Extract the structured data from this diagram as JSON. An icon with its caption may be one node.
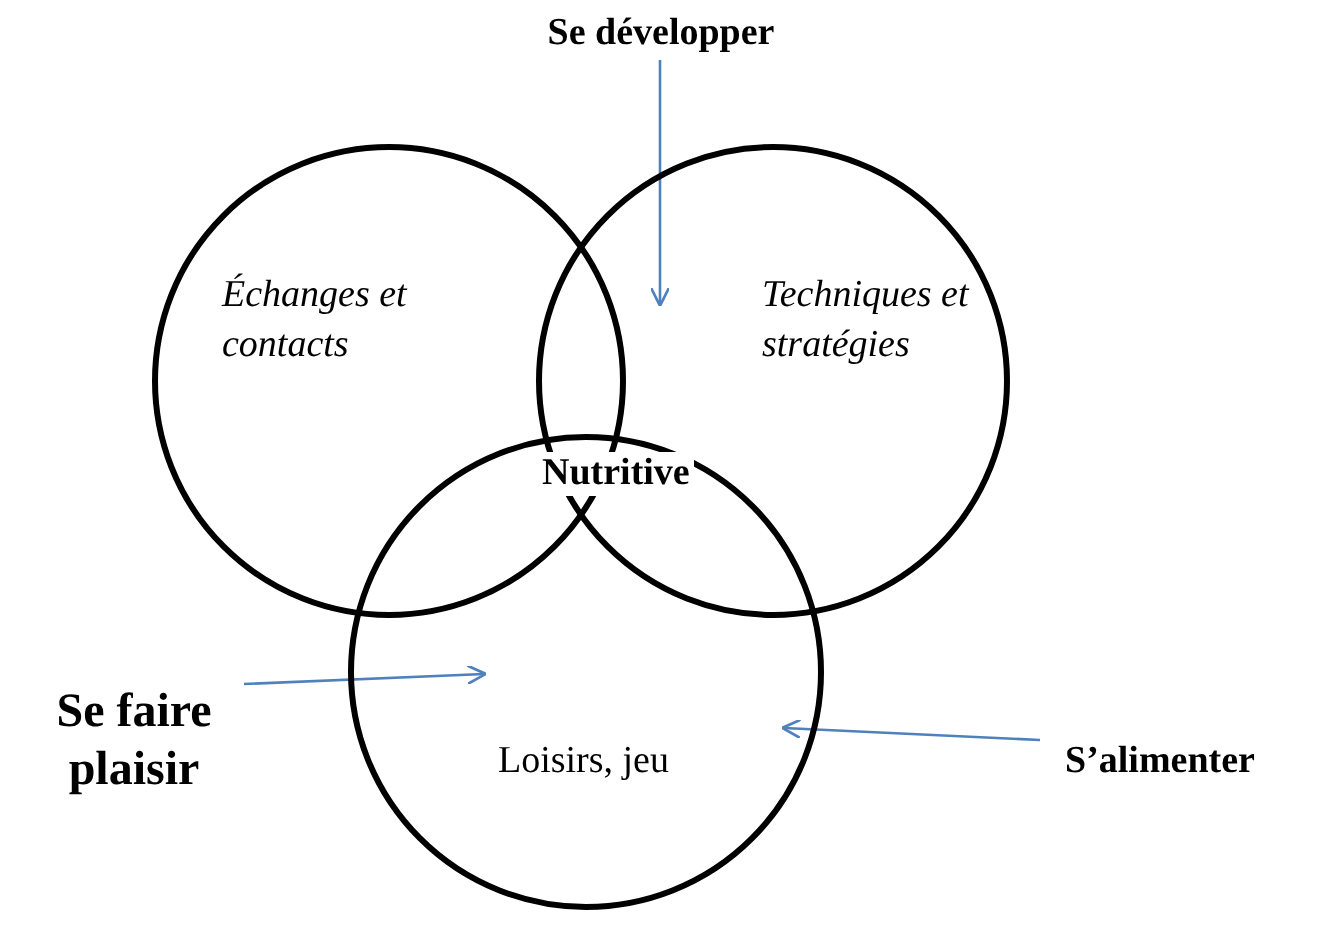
{
  "diagram": {
    "nodes": [
      {
        "text": [
          "Échanges et contacts"
        ]
      },
      {
        "text": [
          "Techniques et stratégies"
        ]
      },
      {
        "text": [
          "Loisirs, jeu"
        ]
      },
      {
        "text": [
          "Se développer"
        ]
      },
      {
        "text": [
          "Se faire plaisir"
        ]
      },
      {
        "text": [
          "S’alimenter"
        ]
      }
    ],
    "edges": [
      {
        "from": 3,
        "to": 1,
        "arrow": "to"
      },
      {
        "from": 4,
        "to": 2,
        "arrow": "to"
      },
      {
        "from": 5,
        "to": 2,
        "arrow": "to"
      }
    ],
    "labels": [
      "Nutritive"
    ]
  }
}
